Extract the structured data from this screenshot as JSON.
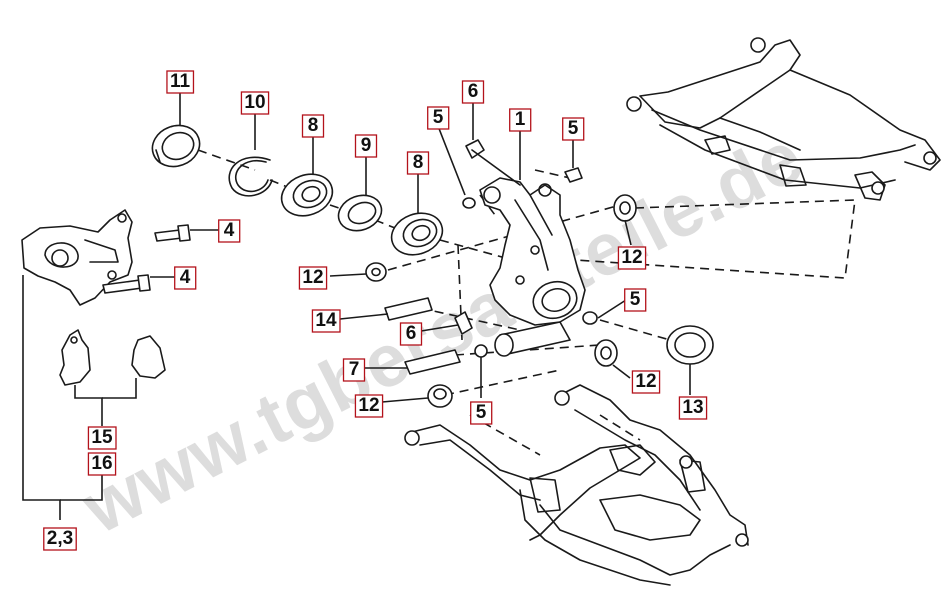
{
  "watermark": {
    "text": "www.tgbersatzteile.de"
  },
  "colors": {
    "callout_border": "#b3121b",
    "line": "#1a1a1a",
    "watermark": "#d4d4d4"
  },
  "callouts": [
    {
      "id": "c11",
      "text": "11"
    },
    {
      "id": "c10",
      "text": "10"
    },
    {
      "id": "c8a",
      "text": "8"
    },
    {
      "id": "c9",
      "text": "9"
    },
    {
      "id": "c8b",
      "text": "8"
    },
    {
      "id": "c5a",
      "text": "5"
    },
    {
      "id": "c6a",
      "text": "6"
    },
    {
      "id": "c1",
      "text": "1"
    },
    {
      "id": "c5b",
      "text": "5"
    },
    {
      "id": "c4a",
      "text": "4"
    },
    {
      "id": "c4b",
      "text": "4"
    },
    {
      "id": "c12a",
      "text": "12"
    },
    {
      "id": "c12b",
      "text": "12"
    },
    {
      "id": "c5c",
      "text": "5"
    },
    {
      "id": "c14",
      "text": "14"
    },
    {
      "id": "c6b",
      "text": "6"
    },
    {
      "id": "c13",
      "text": "13"
    },
    {
      "id": "c7",
      "text": "7"
    },
    {
      "id": "c12c",
      "text": "12"
    },
    {
      "id": "c12d",
      "text": "12"
    },
    {
      "id": "c5d",
      "text": "5"
    },
    {
      "id": "c15",
      "text": "15"
    },
    {
      "id": "c16",
      "text": "16"
    },
    {
      "id": "c23",
      "text": "2,3"
    }
  ]
}
